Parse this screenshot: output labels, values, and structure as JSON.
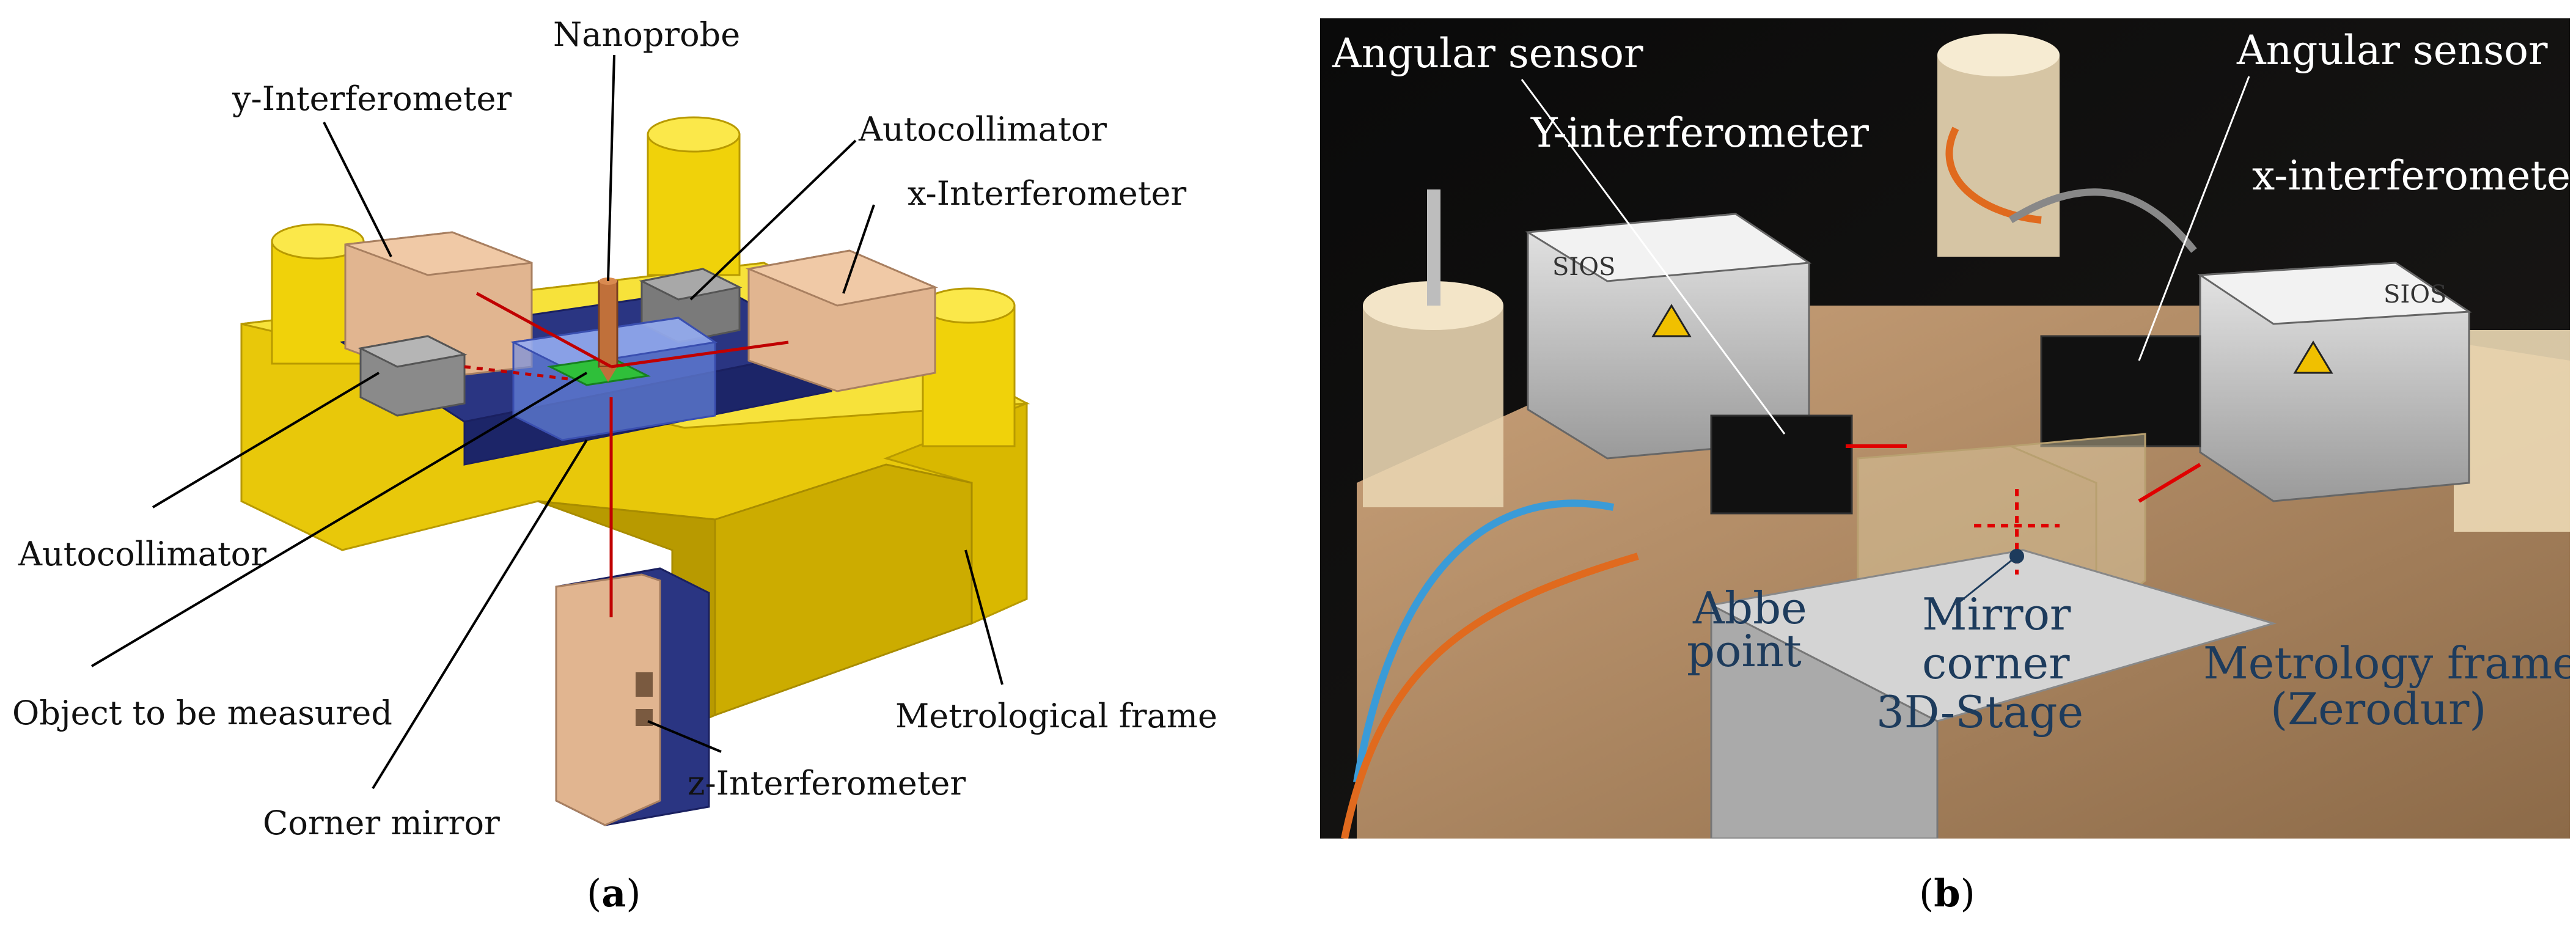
{
  "panel_a": {
    "labels": {
      "nanoprobe": "Nanoprobe",
      "y_interferometer": "y-Interferometer",
      "autocollimator_top": "Autocollimator",
      "x_interferometer": "x-Interferometer",
      "autocollimator_left": "Autocollimator",
      "object": "Object to be measured",
      "metrological_frame": "Metrological frame",
      "z_interferometer": "z-Interferometer",
      "corner_mirror": "Corner mirror"
    },
    "caption_letter": "a"
  },
  "panel_b": {
    "labels": {
      "angular_sensor_left": "Angular sensor",
      "angular_sensor_right": "Angular sensor",
      "y_interferometer": "Y-interferometer",
      "x_interferometer": "x-interferometer",
      "abbe_point_1": "Abbe",
      "abbe_point_2": "point",
      "mirror_corner_1": "Mirror",
      "mirror_corner_2": "corner",
      "stage": "3D-Stage",
      "metrology_frame_1": "Metrology frame",
      "metrology_frame_2": "(Zerodur)",
      "brand_left": "SIOS",
      "brand_right": "SIOS"
    },
    "caption_letter": "b"
  }
}
